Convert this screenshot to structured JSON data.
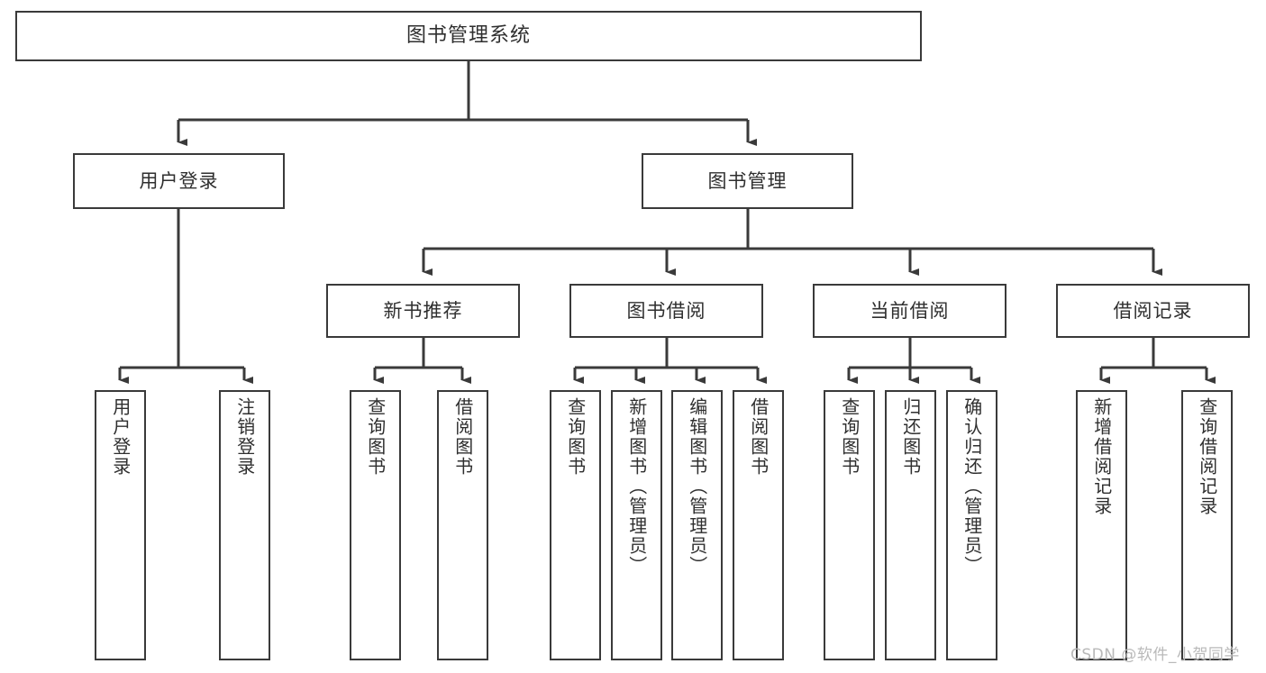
{
  "diagram": {
    "title": "图书管理系统",
    "type": "tree",
    "root": {
      "label": "图书管理系统"
    },
    "level2": [
      {
        "label": "用户登录"
      },
      {
        "label": "图书管理"
      }
    ],
    "level3": [
      {
        "label": "新书推荐"
      },
      {
        "label": "图书借阅"
      },
      {
        "label": "当前借阅"
      },
      {
        "label": "借阅记录"
      }
    ],
    "leaves": {
      "user_login": [
        {
          "label": "用户登录"
        },
        {
          "label": "注销登录"
        }
      ],
      "new_book_recommend": [
        {
          "label": "查询图书"
        },
        {
          "label": "借阅图书"
        }
      ],
      "book_borrow": [
        {
          "label": "查询图书"
        },
        {
          "label": "新增图书（管理员）"
        },
        {
          "label": "编辑图书（管理员）"
        },
        {
          "label": "借阅图书"
        }
      ],
      "current_borrow": [
        {
          "label": "查询图书"
        },
        {
          "label": "归还图书"
        },
        {
          "label": "确认归还（管理员）"
        }
      ],
      "borrow_record": [
        {
          "label": "新增借阅记录"
        },
        {
          "label": "查询借阅记录"
        }
      ]
    }
  },
  "watermark": {
    "text": "CSDN @软件_小贺同学"
  },
  "colors": {
    "stroke": "#3a3a3a",
    "text": "#2f2f2f",
    "background": "#ffffff",
    "watermark": "#b9b9b9"
  }
}
